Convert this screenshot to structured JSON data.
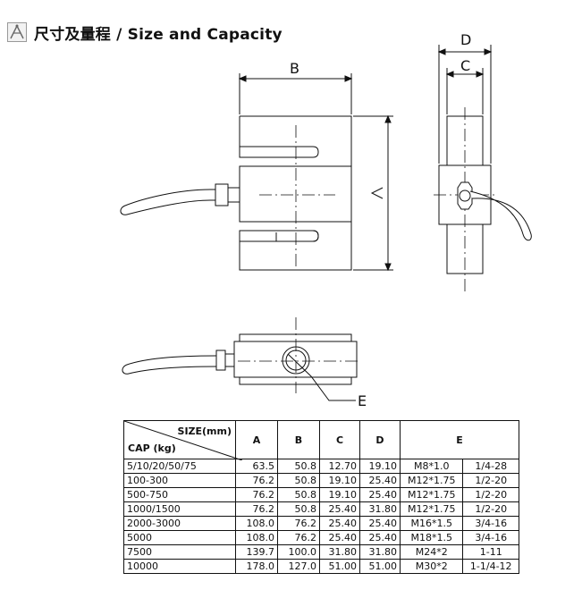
{
  "title": {
    "icon": "caliper-icon",
    "text": "尺寸及量程 / Size and Capacity"
  },
  "drawing": {
    "labels": {
      "A": "A",
      "B": "B",
      "C": "C",
      "D": "D",
      "E": "E"
    }
  },
  "table": {
    "corner_top": "SIZE(mm)",
    "corner_bottom": "CAP (kg)",
    "headers": [
      "A",
      "B",
      "C",
      "D",
      "E"
    ],
    "rows": [
      [
        "5/10/20/50/75",
        "63.5",
        "50.8",
        "12.70",
        "19.10",
        "M8*1.0",
        "1/4-28"
      ],
      [
        "100-300",
        "76.2",
        "50.8",
        "19.10",
        "25.40",
        "M12*1.75",
        "1/2-20"
      ],
      [
        "500-750",
        "76.2",
        "50.8",
        "19.10",
        "25.40",
        "M12*1.75",
        "1/2-20"
      ],
      [
        "1000/1500",
        "76.2",
        "50.8",
        "25.40",
        "31.80",
        "M12*1.75",
        "1/2-20"
      ],
      [
        "2000-3000",
        "108.0",
        "76.2",
        "25.40",
        "25.40",
        "M16*1.5",
        "3/4-16"
      ],
      [
        "5000",
        "108.0",
        "76.2",
        "25.40",
        "25.40",
        "M18*1.5",
        "3/4-16"
      ],
      [
        "7500",
        "139.7",
        "100.0",
        "31.80",
        "31.80",
        "M24*2",
        "1-11"
      ],
      [
        "10000",
        "178.0",
        "127.0",
        "51.00",
        "51.00",
        "M30*2",
        "1-1/4-12"
      ]
    ]
  }
}
